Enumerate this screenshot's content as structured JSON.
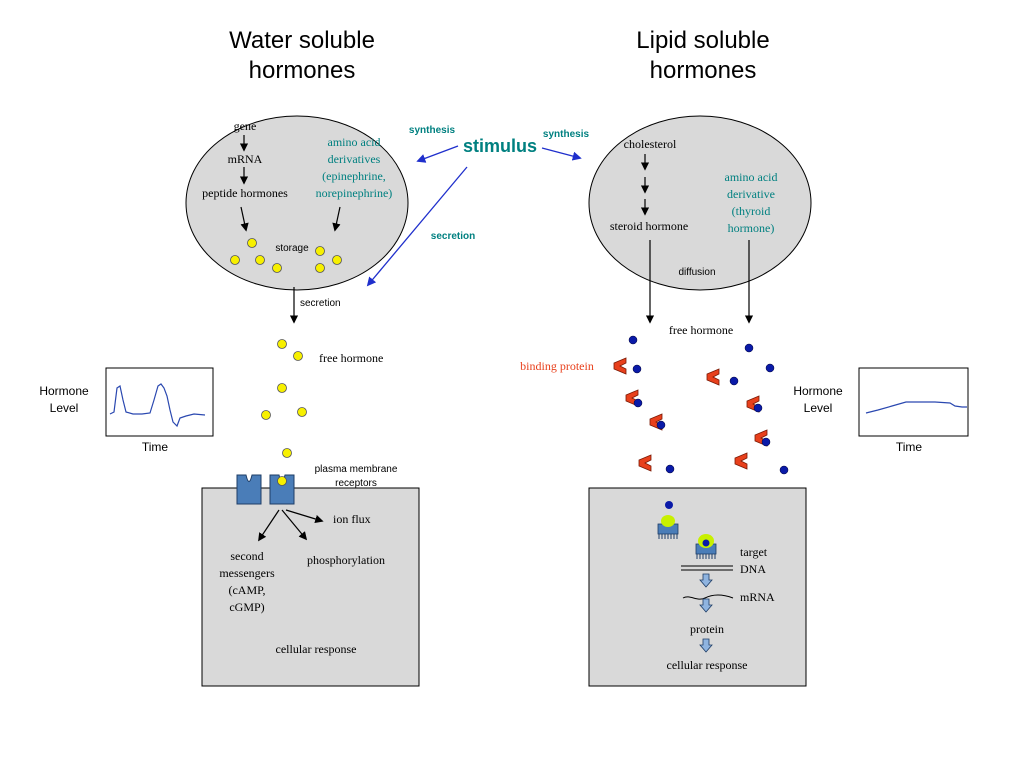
{
  "titles": {
    "water_line1": "Water soluble",
    "water_line2": "hormones",
    "lipid_line1": "Lipid soluble",
    "lipid_line2": "hormones"
  },
  "stimulus": {
    "label": "stimulus",
    "synthesis_left": "synthesis",
    "synthesis_right": "synthesis",
    "secretion": "secretion"
  },
  "water": {
    "gene": "gene",
    "mrna": "mRNA",
    "peptide": "peptide hormones",
    "aa_lines": [
      "amino acid",
      "derivatives",
      "(epinephrine,",
      "norepinephrine)"
    ],
    "storage": "storage",
    "secretion": "secretion",
    "free_hormone": "free hormone",
    "plasma_lines": [
      "plasma membrane",
      "receptors"
    ],
    "ion_flux": "ion flux",
    "phosphorylation": "phosphorylation",
    "second_lines": [
      "second",
      "messengers",
      "(cAMP,",
      "cGMP)"
    ],
    "cellular_response": "cellular response"
  },
  "lipid": {
    "cholesterol": "cholesterol",
    "steroid": "steroid hormone",
    "aa_lines": [
      "amino acid",
      "derivative",
      "(thyroid",
      "hormone)"
    ],
    "diffusion": "diffusion",
    "free_hormone": "free hormone",
    "binding_protein": "binding protein",
    "target_dna_lines": [
      "target",
      "DNA"
    ],
    "mrna": "mRNA",
    "protein": "protein",
    "cellular_response": "cellular response"
  },
  "level_graphs": {
    "left_ylabel_lines": [
      "Hormone",
      "Level"
    ],
    "left_xlabel": "Time",
    "right_ylabel_lines": [
      "Hormone",
      "Level"
    ],
    "right_xlabel": "Time"
  },
  "colors": {
    "teal": "#008080",
    "blue_arrow": "#1f2fcc",
    "binding_red": "#e8401c",
    "hormone_yellow": "#f7f000",
    "dot_blue": "#0a1aa8",
    "receptor_blue": "#4a7db8",
    "cell_gray": "#d9d9d9",
    "curve_blue": "#2a48b0"
  }
}
